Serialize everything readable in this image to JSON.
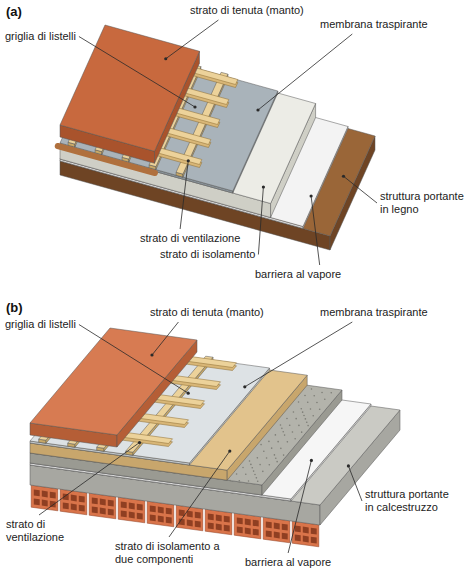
{
  "diagram": {
    "labels": [
      "(a)",
      "strato di tenuta (manto)",
      "membrana traspirante",
      "griglia di listelli",
      "strato di ventilazione",
      "strato di isolamento",
      "barriera al vapore",
      "struttura portante in legno",
      "(b)",
      "strato di tenuta (manto)",
      "membrana traspirante",
      "griglia di listelli",
      "strato di ventilazione",
      "strato di isolamento a due componenti",
      "barriera al vapore",
      "struttura portante in calcestruzzo"
    ]
  }
}
